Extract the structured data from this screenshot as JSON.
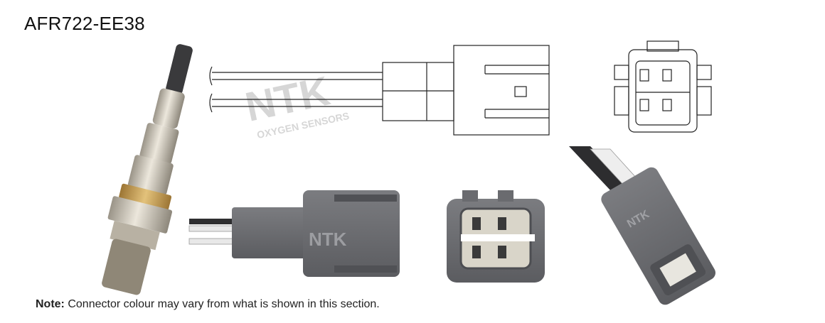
{
  "product": {
    "part_number": "AFR722-EE38"
  },
  "watermark": {
    "brand": "NTK",
    "tagline": "OXYGEN SENSORS"
  },
  "photo_labels": {
    "connector_side_brand": "NTK",
    "connector_angle_brand": "NTK"
  },
  "note": {
    "label": "Note:",
    "text": "Connector colour may vary from what is shown in this section."
  },
  "colors": {
    "connector_grey": "#6f7073",
    "connector_dark": "#55565a",
    "sensor_metal": "#c9c2b3",
    "brass": "#c9a35c",
    "line": "#222222"
  }
}
